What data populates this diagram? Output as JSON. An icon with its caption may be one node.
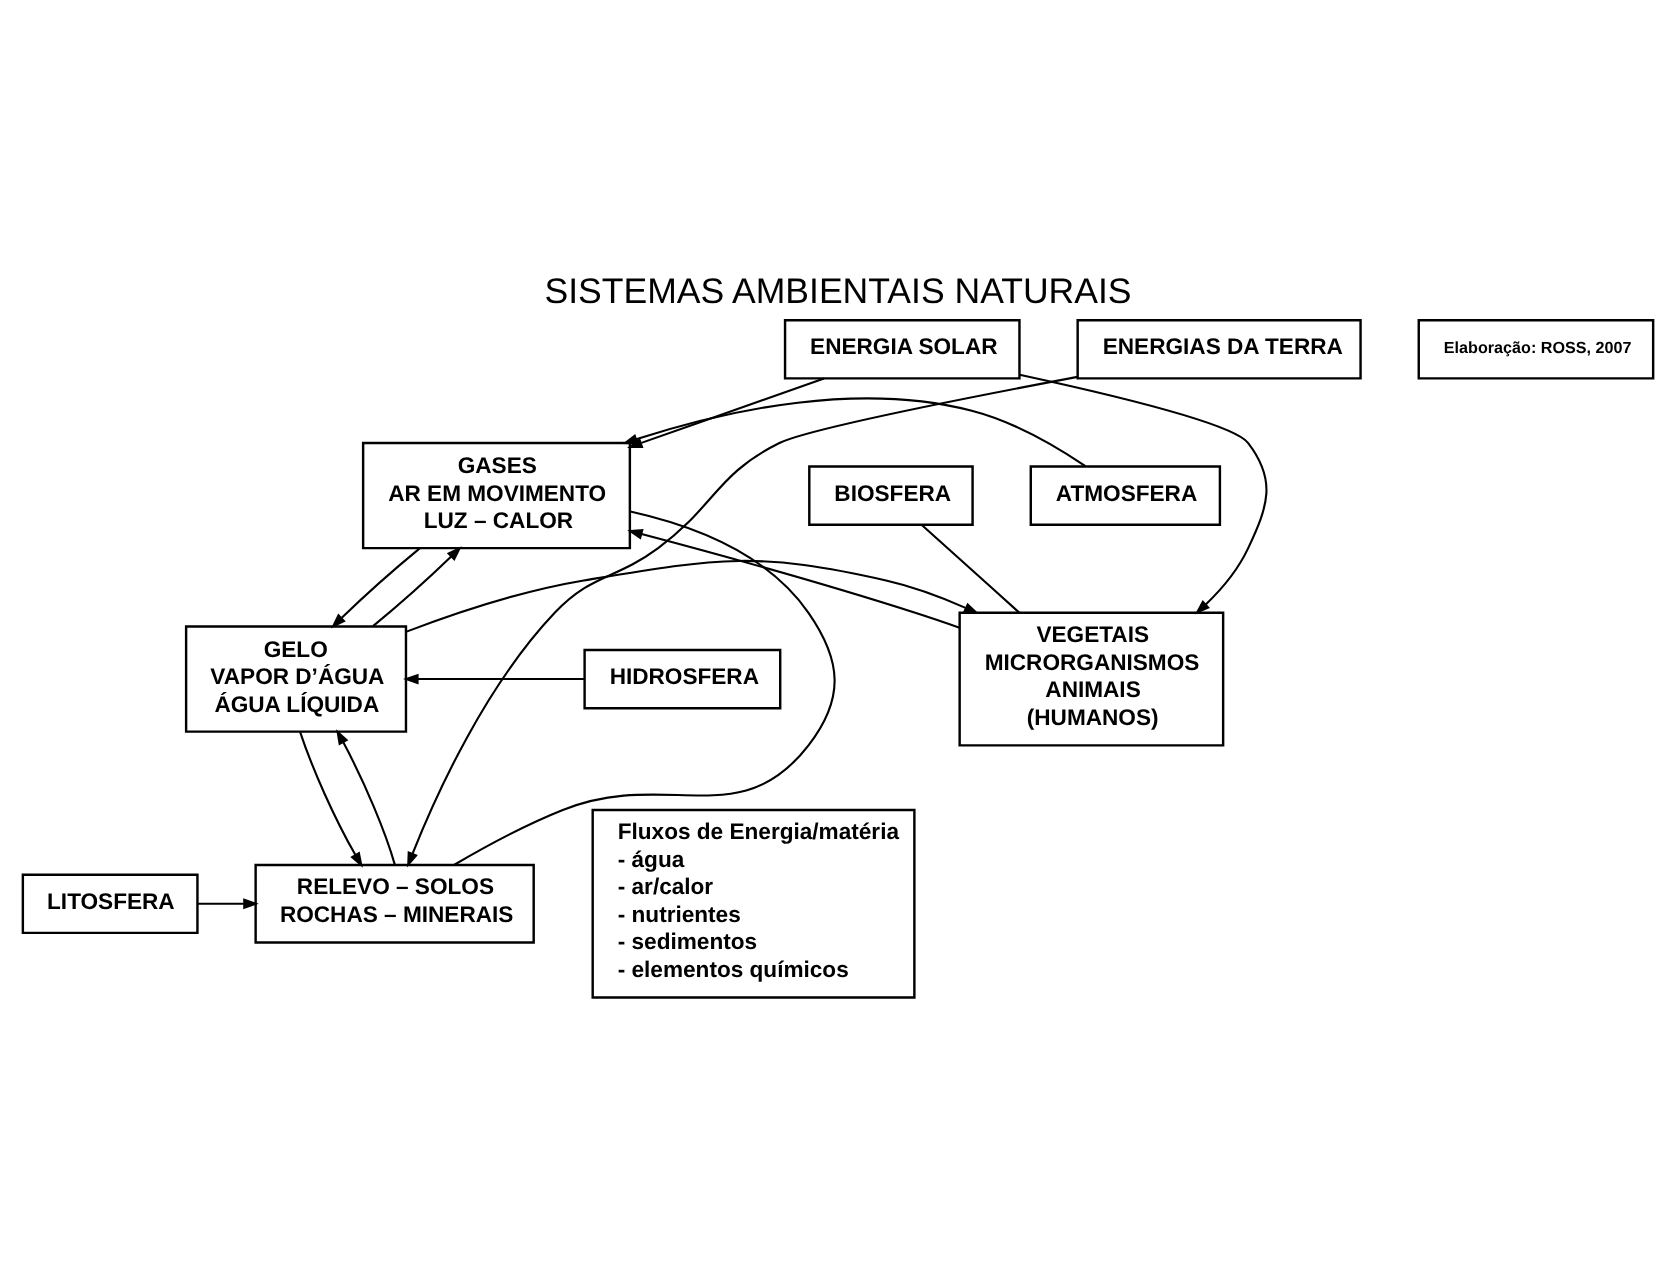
{
  "diagram": {
    "title": "SISTEMAS AMBIENTAIS NATURAIS",
    "nodes": [
      {
        "text": [
          "ENERGIA SOLAR"
        ]
      },
      {
        "text": [
          "ATMOSFERA"
        ]
      },
      {
        "text": [
          "GASES",
          "AR EM MOVIMENTO",
          "LUZ – CALOR"
        ]
      },
      {
        "text": [
          "HIDROSFERA"
        ]
      },
      {
        "text": [
          "GELO",
          "VAPOR D’ÁGUA",
          "ÁGUA LÍQUIDA"
        ]
      },
      {
        "text": [
          "LITOSFERA"
        ]
      },
      {
        "text": [
          "RELEVO – SOLOS",
          "ROCHAS – MINERAIS"
        ]
      },
      {
        "text": [
          "BIOSFERA"
        ]
      },
      {
        "text": [
          "VEGETAIS",
          "MICRORGANISMOS",
          "ANIMAIS",
          "(HUMANOS)"
        ]
      },
      {
        "text": [
          "ENERGIAS DA TERRA"
        ]
      },
      {
        "text": [
          "Fluxos de Energia/matéria",
          "- água",
          "- ar/calor",
          "- nutrientes",
          "- sedimentos",
          "- elementos químicos"
        ]
      },
      {
        "text": [
          "Elaboração: ROSS, 2007"
        ]
      }
    ],
    "edges": [
      {
        "from": 0,
        "to": 2,
        "arrow": "to"
      },
      {
        "from": 0,
        "to": 8,
        "arrow": "to"
      },
      {
        "from": 1,
        "to": 2,
        "arrow": "to"
      },
      {
        "from": 2,
        "to": 4,
        "arrow": "to"
      },
      {
        "from": 4,
        "to": 2,
        "arrow": "to"
      },
      {
        "from": 3,
        "to": 4,
        "arrow": "to"
      },
      {
        "from": 4,
        "to": 6,
        "arrow": "to"
      },
      {
        "from": 6,
        "to": 4,
        "arrow": "to"
      },
      {
        "from": 5,
        "to": 6,
        "arrow": "to"
      },
      {
        "from": 2,
        "to": 6,
        "arrow": "none"
      },
      {
        "from": 4,
        "to": 8,
        "arrow": "to"
      },
      {
        "from": 7,
        "to": 8,
        "arrow": "none"
      },
      {
        "from": 9,
        "to": 6,
        "arrow": "to"
      },
      {
        "from": 8,
        "to": 2,
        "arrow": "to"
      }
    ]
  }
}
